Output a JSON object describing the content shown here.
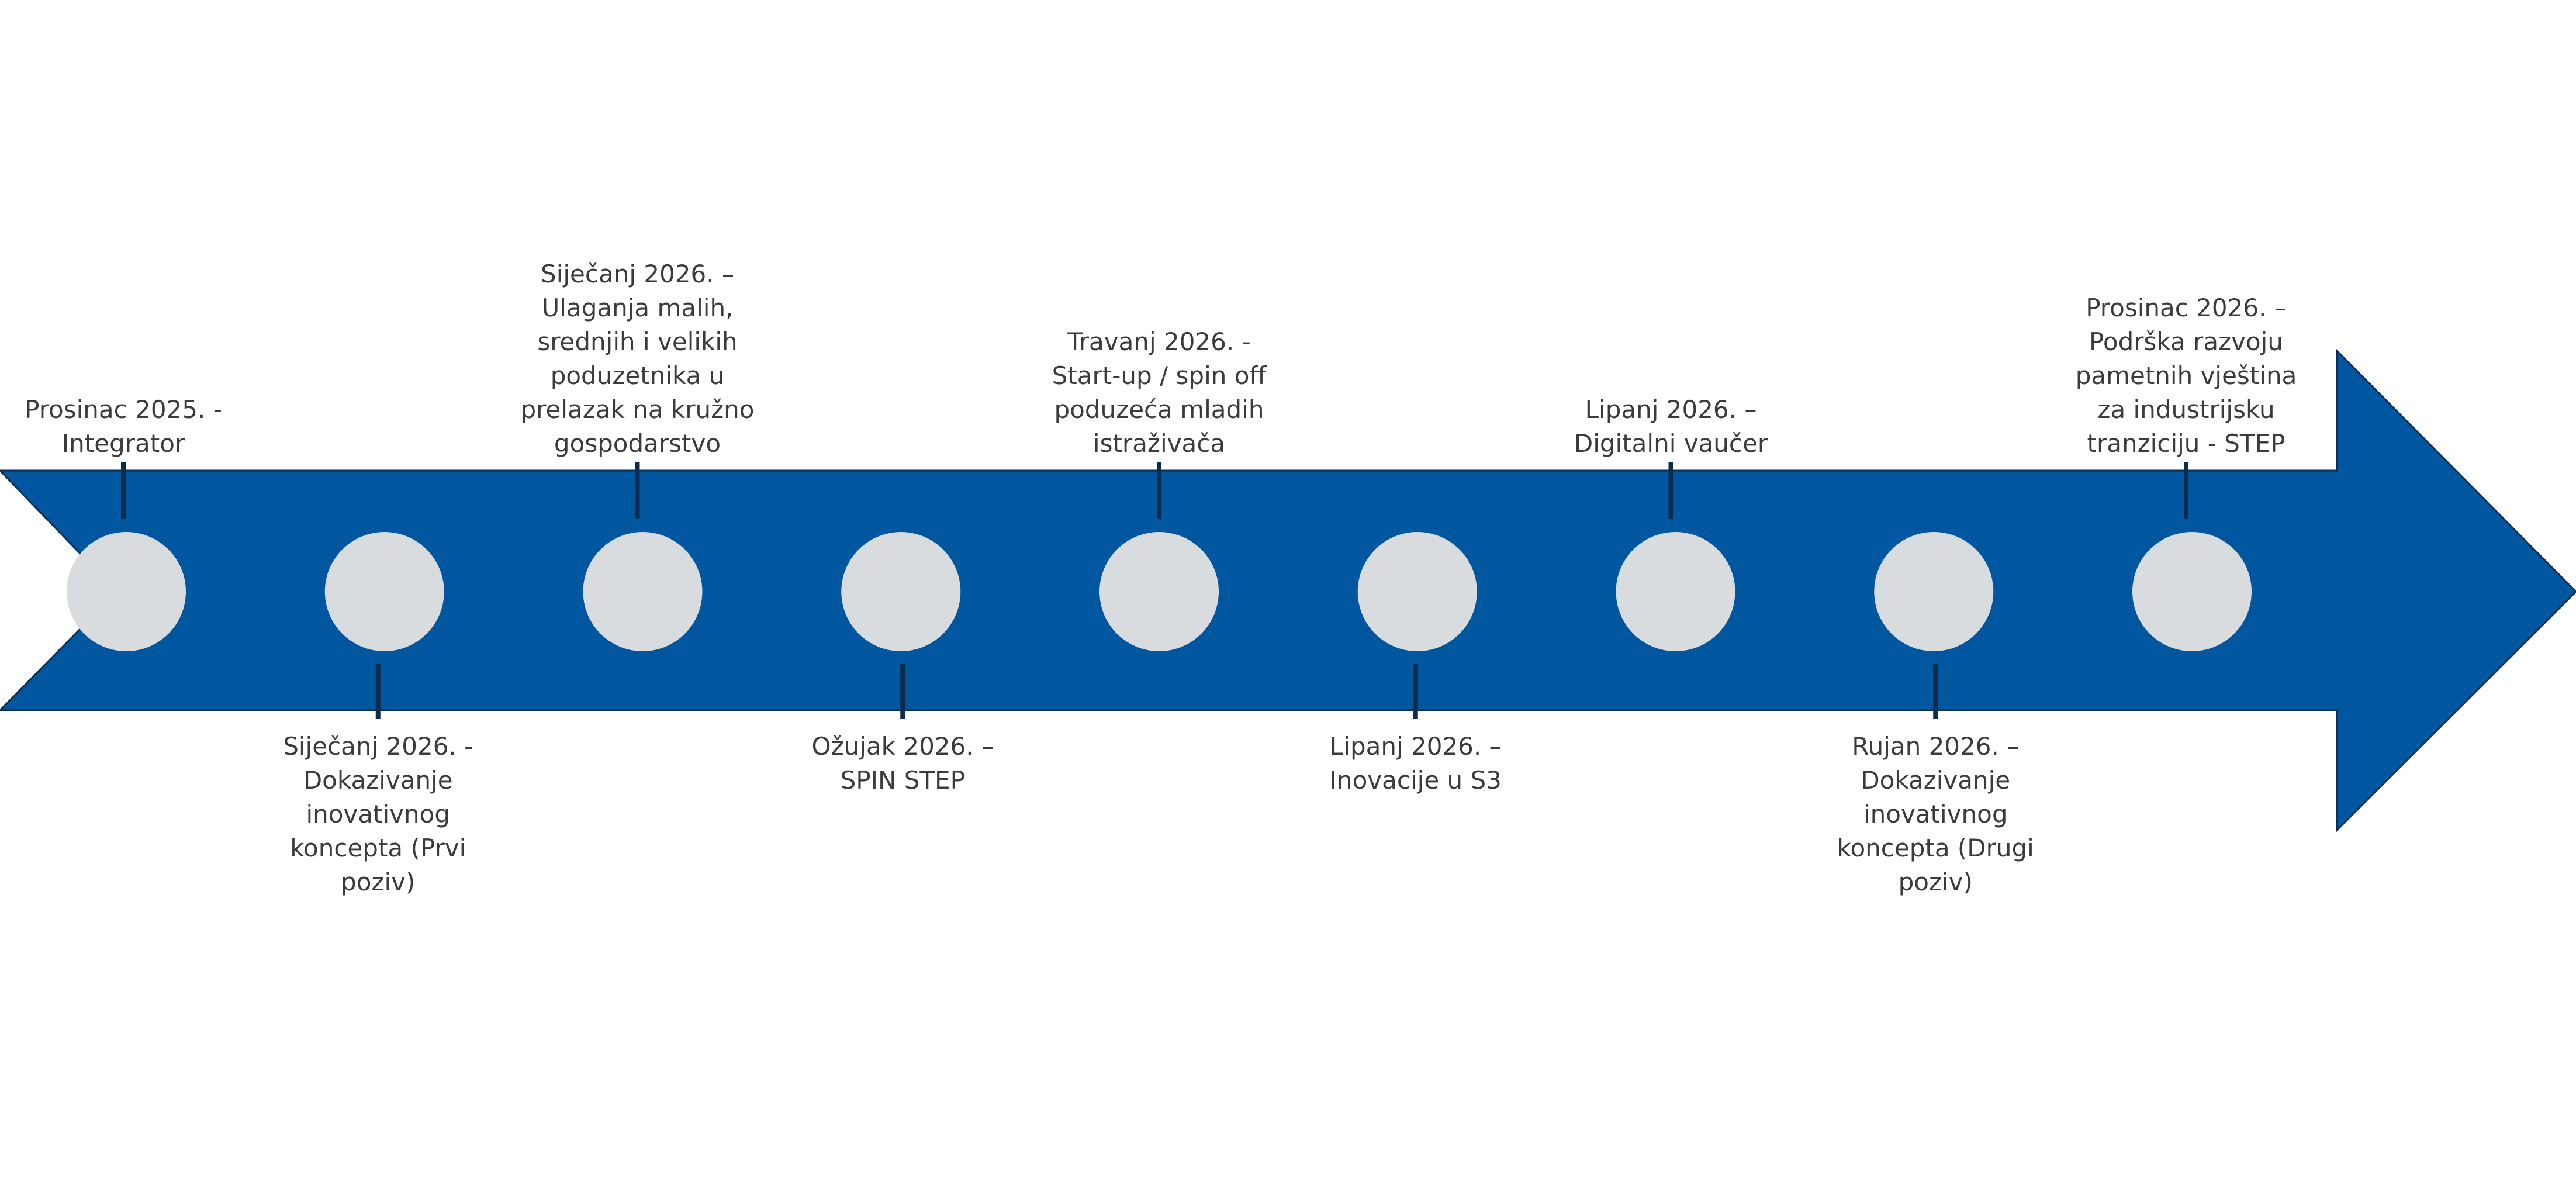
{
  "colors": {
    "arrow": "#00579F",
    "arrow_outline": "#0A2F55",
    "milestone": "#D8DCDE",
    "connector": "#0D2C4D",
    "text": "#3B3B3B"
  },
  "milestones": [
    {
      "label": "Prosinac 2025. - Integrator",
      "side": "above"
    },
    {
      "label": "Siječanj 2026. - Dokazivanje inovativnog koncepta (Prvi poziv)",
      "side": "below"
    },
    {
      "label": "Siječanj 2026. – Ulaganja malih, srednjih i velikih poduzetnika u prelazak na kružno gospodarstvo",
      "side": "above"
    },
    {
      "label": "Ožujak 2026. – SPIN STEP",
      "side": "below"
    },
    {
      "label": "Travanj 2026. - Start-up / spin off poduzeća mladih istraživača",
      "side": "above"
    },
    {
      "label": "Lipanj 2026. – Inovacije u S3",
      "side": "below"
    },
    {
      "label": "Lipanj 2026. – Digitalni vaučer",
      "side": "above"
    },
    {
      "label": "Rujan 2026. – Dokazivanje inovativnog koncepta (Drugi poziv)",
      "side": "below"
    },
    {
      "label": "Prosinac 2026. – Podrška razvoju pametnih vještina za industrijsku tranziciju - STEP",
      "side": "above"
    }
  ]
}
